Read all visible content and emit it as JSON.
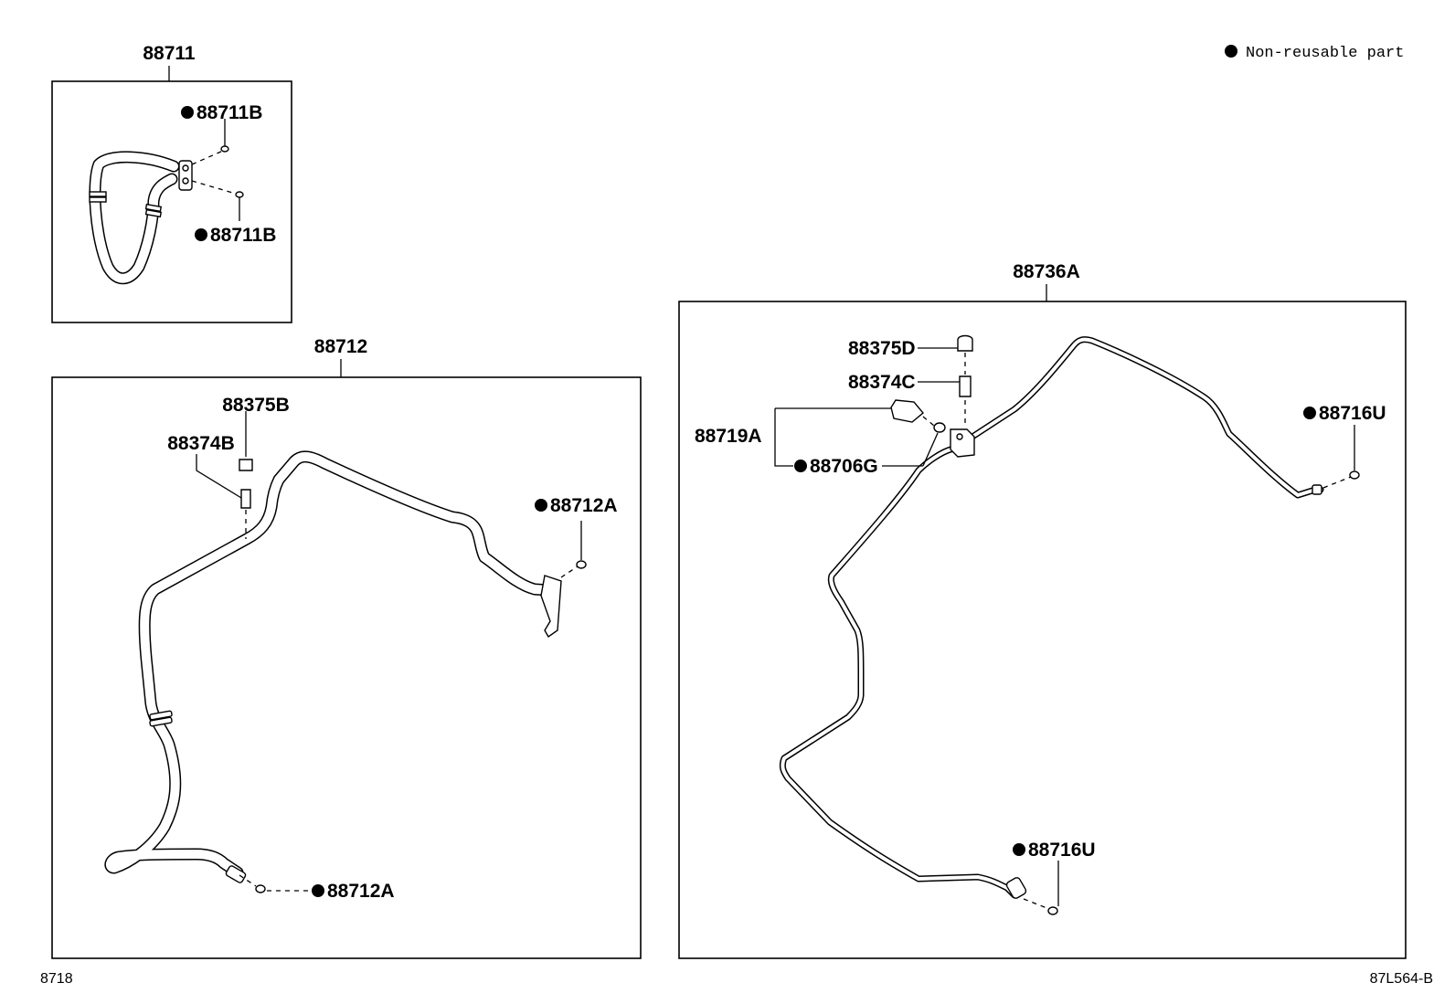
{
  "legend": {
    "text": "Non-reusable part"
  },
  "footer": {
    "left_code": "8718",
    "right_code": "87L564-B"
  },
  "groups": {
    "g88711": {
      "title": "88711",
      "labels": {
        "oring_top": "88711B",
        "oring_bottom": "88711B"
      }
    },
    "g88712": {
      "title": "88712",
      "labels": {
        "cap": "88375B",
        "valve": "88374B",
        "oring_right": "88712A",
        "oring_bottom": "88712A"
      }
    },
    "g88736A": {
      "title": "88736A",
      "labels": {
        "cap": "88375D",
        "valve": "88374C",
        "switch": "88719A",
        "oring_switch": "88706G",
        "oring_right": "88716U",
        "oring_bottom": "88716U"
      }
    }
  },
  "icons": {
    "non_reusable_marker": "filled-circle-icon"
  }
}
